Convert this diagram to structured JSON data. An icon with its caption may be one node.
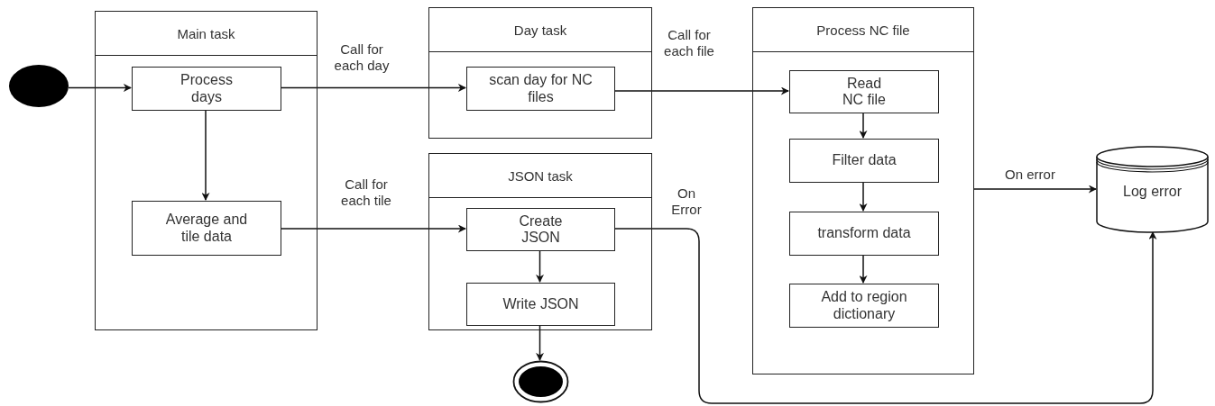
{
  "diagram": {
    "nodes": [
      {
        "text": [],
        "shape": "circle"
      },
      {
        "text": [
          "Main task"
        ]
      },
      {
        "text": [
          "Process days"
        ],
        "in": 1
      },
      {
        "text": [
          "Average and tile data"
        ],
        "in": 1
      },
      {
        "text": [
          "Day task"
        ]
      },
      {
        "text": [
          "scan day for NC files"
        ],
        "in": 4
      },
      {
        "text": [
          "JSON task"
        ]
      },
      {
        "text": [
          "Create JSON"
        ],
        "in": 6
      },
      {
        "text": [
          "Write JSON"
        ],
        "in": 6
      },
      {
        "text": [],
        "shape": "circle"
      },
      {
        "text": [
          "Process NC file"
        ]
      },
      {
        "text": [
          "Read NC file"
        ],
        "in": 10
      },
      {
        "text": [
          "Filter data"
        ],
        "in": 10
      },
      {
        "text": [
          "transform data"
        ],
        "in": 10
      },
      {
        "text": [
          "Add to region dictionary"
        ],
        "in": 10
      },
      {
        "text": [
          "Log error"
        ]
      }
    ],
    "edges": [
      {
        "from": 0,
        "to": 2,
        "arrow": "to"
      },
      {
        "from": 2,
        "to": 3,
        "arrow": "to"
      },
      {
        "from": 2,
        "to": 5,
        "arrow": "to",
        "label": "Call for each day"
      },
      {
        "from": 5,
        "to": 11,
        "arrow": "to",
        "label": "Call for each file"
      },
      {
        "from": 3,
        "to": 7,
        "arrow": "to",
        "label": "Call for each tile"
      },
      {
        "from": 7,
        "to": 8,
        "arrow": "to"
      },
      {
        "from": 8,
        "to": 9,
        "arrow": "to"
      },
      {
        "from": 11,
        "to": 12,
        "arrow": "to"
      },
      {
        "from": 12,
        "to": 13,
        "arrow": "to"
      },
      {
        "from": 13,
        "to": 14,
        "arrow": "to"
      },
      {
        "from": 10,
        "to": 15,
        "arrow": "to",
        "label": "On error"
      },
      {
        "from": 7,
        "to": 15,
        "arrow": "to",
        "label": "On Error"
      }
    ]
  }
}
